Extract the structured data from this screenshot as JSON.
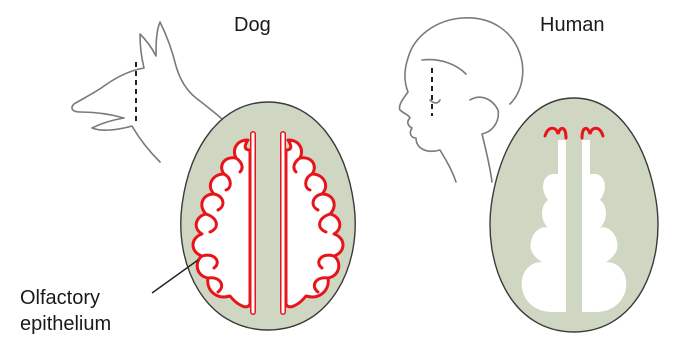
{
  "labels": {
    "dog": "Dog",
    "human": "Human",
    "olfactory_line1": "Olfactory",
    "olfactory_line2": "epithelium"
  },
  "colors": {
    "cavity_fill": "#cfd6c1",
    "cavity_stroke": "#3b3b3b",
    "epithelium": "#e8141b",
    "outline": "#777777"
  }
}
